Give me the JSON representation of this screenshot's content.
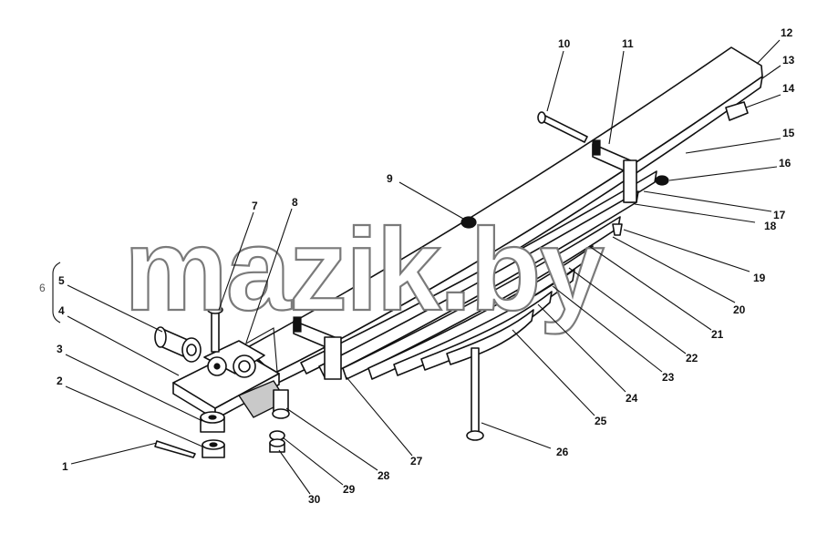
{
  "watermark": "mazik.by",
  "group_label": "6",
  "callouts": [
    {
      "id": "1",
      "text": "1"
    },
    {
      "id": "2",
      "text": "2"
    },
    {
      "id": "3",
      "text": "3"
    },
    {
      "id": "4",
      "text": "4"
    },
    {
      "id": "5",
      "text": "5"
    },
    {
      "id": "7",
      "text": "7"
    },
    {
      "id": "8",
      "text": "8"
    },
    {
      "id": "9",
      "text": "9"
    },
    {
      "id": "10",
      "text": "10"
    },
    {
      "id": "11",
      "text": "11"
    },
    {
      "id": "12",
      "text": "12"
    },
    {
      "id": "13",
      "text": "13"
    },
    {
      "id": "14",
      "text": "14"
    },
    {
      "id": "15",
      "text": "15"
    },
    {
      "id": "16",
      "text": "16"
    },
    {
      "id": "17",
      "text": "17"
    },
    {
      "id": "18",
      "text": "18"
    },
    {
      "id": "19",
      "text": "19"
    },
    {
      "id": "20",
      "text": "20"
    },
    {
      "id": "21",
      "text": "21"
    },
    {
      "id": "22",
      "text": "22"
    },
    {
      "id": "23",
      "text": "23"
    },
    {
      "id": "24",
      "text": "24"
    },
    {
      "id": "25",
      "text": "25"
    },
    {
      "id": "26",
      "text": "26"
    },
    {
      "id": "27",
      "text": "27"
    },
    {
      "id": "28",
      "text": "28"
    },
    {
      "id": "29",
      "text": "29"
    },
    {
      "id": "30",
      "text": "30"
    }
  ]
}
